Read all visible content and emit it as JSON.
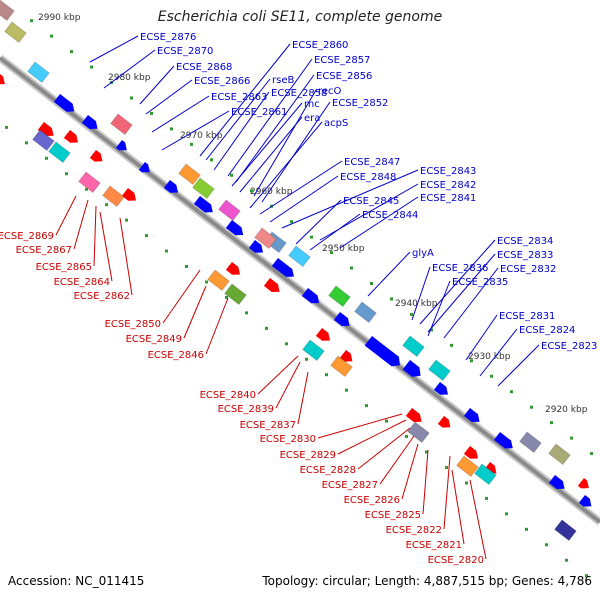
{
  "title": "Escherichia coli SE11, complete genome",
  "footer": {
    "accession": "Accession: NC_011415",
    "summary": "Topology: circular; Length: 4,887,515 bp; Genes: 4,786"
  },
  "colors": {
    "backbone": "#9a9a9a",
    "upper_label": "#0000cc",
    "lower_label": "#cc0000",
    "forward_gene": "#ff0000",
    "reverse_gene": "#0000ff",
    "tick": "#339933"
  },
  "scale_ticks": [
    {
      "label": "2990 kbp"
    },
    {
      "label": "2980 kbp"
    },
    {
      "label": "2970 kbp"
    },
    {
      "label": "2960 kbp"
    },
    {
      "label": "2950 kbp"
    },
    {
      "label": "2940 kbp"
    },
    {
      "label": "2930 kbp"
    },
    {
      "label": "2920 kbp"
    }
  ],
  "upper_labels": [
    {
      "text": "ECSE_2876"
    },
    {
      "text": "ECSE_2870"
    },
    {
      "text": "ECSE_2868"
    },
    {
      "text": "ECSE_2866"
    },
    {
      "text": "ECSE_2863"
    },
    {
      "text": "ECSE_2861"
    },
    {
      "text": "ECSE_2860"
    },
    {
      "text": "rseB"
    },
    {
      "text": "ECSE_2858"
    },
    {
      "text": "ECSE_2857"
    },
    {
      "text": "ECSE_2856"
    },
    {
      "text": "rnc"
    },
    {
      "text": "era"
    },
    {
      "text": "recO"
    },
    {
      "text": "ECSE_2852"
    },
    {
      "text": "acpS"
    },
    {
      "text": "ECSE_2847"
    },
    {
      "text": "ECSE_2848"
    },
    {
      "text": "ECSE_2843"
    },
    {
      "text": "ECSE_2842"
    },
    {
      "text": "ECSE_2841"
    },
    {
      "text": "ECSE_2845"
    },
    {
      "text": "ECSE_2844"
    },
    {
      "text": "glyA"
    },
    {
      "text": "ECSE_2834"
    },
    {
      "text": "ECSE_2833"
    },
    {
      "text": "ECSE_2836"
    },
    {
      "text": "ECSE_2832"
    },
    {
      "text": "ECSE_2835"
    },
    {
      "text": "ECSE_2831"
    },
    {
      "text": "ECSE_2824"
    },
    {
      "text": "ECSE_2823"
    }
  ],
  "lower_labels": [
    {
      "text": "ECSE_2869"
    },
    {
      "text": "ECSE_2867"
    },
    {
      "text": "ECSE_2865"
    },
    {
      "text": "ECSE_2864"
    },
    {
      "text": "ECSE_2862"
    },
    {
      "text": "ECSE_2850"
    },
    {
      "text": "ECSE_2849"
    },
    {
      "text": "ECSE_2846"
    },
    {
      "text": "ECSE_2840"
    },
    {
      "text": "ECSE_2839"
    },
    {
      "text": "ECSE_2837"
    },
    {
      "text": "ECSE_2830"
    },
    {
      "text": "ECSE_2829"
    },
    {
      "text": "ECSE_2828"
    },
    {
      "text": "ECSE_2827"
    },
    {
      "text": "ECSE_2826"
    },
    {
      "text": "ECSE_2825"
    },
    {
      "text": "ECSE_2822"
    },
    {
      "text": "ECSE_2821"
    },
    {
      "text": "ECSE_2820"
    }
  ]
}
